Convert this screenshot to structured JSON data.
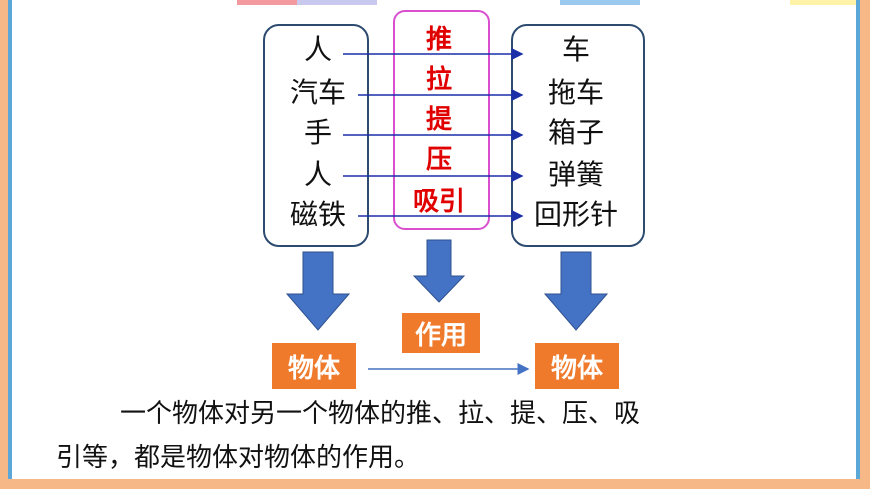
{
  "subjects": [
    "人",
    "汽车",
    "手",
    "人",
    "磁铁"
  ],
  "forces": [
    "推",
    "拉",
    "提",
    "压",
    "吸引"
  ],
  "objects": [
    "车",
    "拖车",
    "箱子",
    "弹簧",
    "回形针"
  ],
  "action_label": "作用",
  "left_object_label": "物体",
  "right_object_label": "物体",
  "summary": {
    "line1": "一个物体对另一个物体的推、拉、提、压、吸",
    "line2": "引等，都是物体对物体的作用。"
  },
  "colors": {
    "box_border": "#2d4b6e",
    "force_border": "#d94fd0",
    "force_text": "#e00000",
    "arrow": "#1a2fa8",
    "down_arrow": "#4472c4",
    "tag_fill": "#ef7a2b",
    "frame": "#f6b886"
  }
}
